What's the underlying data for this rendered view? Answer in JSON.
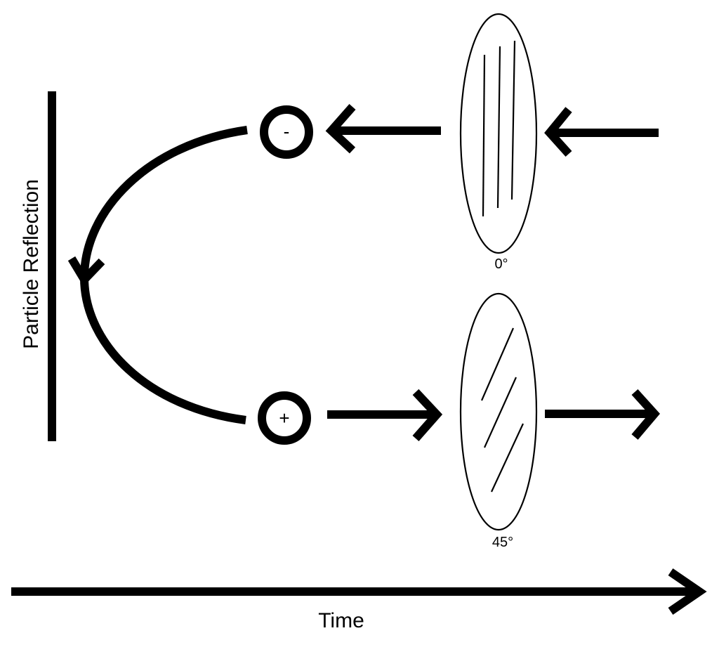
{
  "labels": {
    "vertical_axis": "Particle Reflection",
    "time_axis": "Time",
    "upper_polarizer_angle": "0°",
    "lower_polarizer_angle": "45°",
    "negative_particle_sign": "-",
    "positive_particle_sign": "+"
  },
  "colors": {
    "ink": "#000000",
    "background": "#ffffff"
  }
}
